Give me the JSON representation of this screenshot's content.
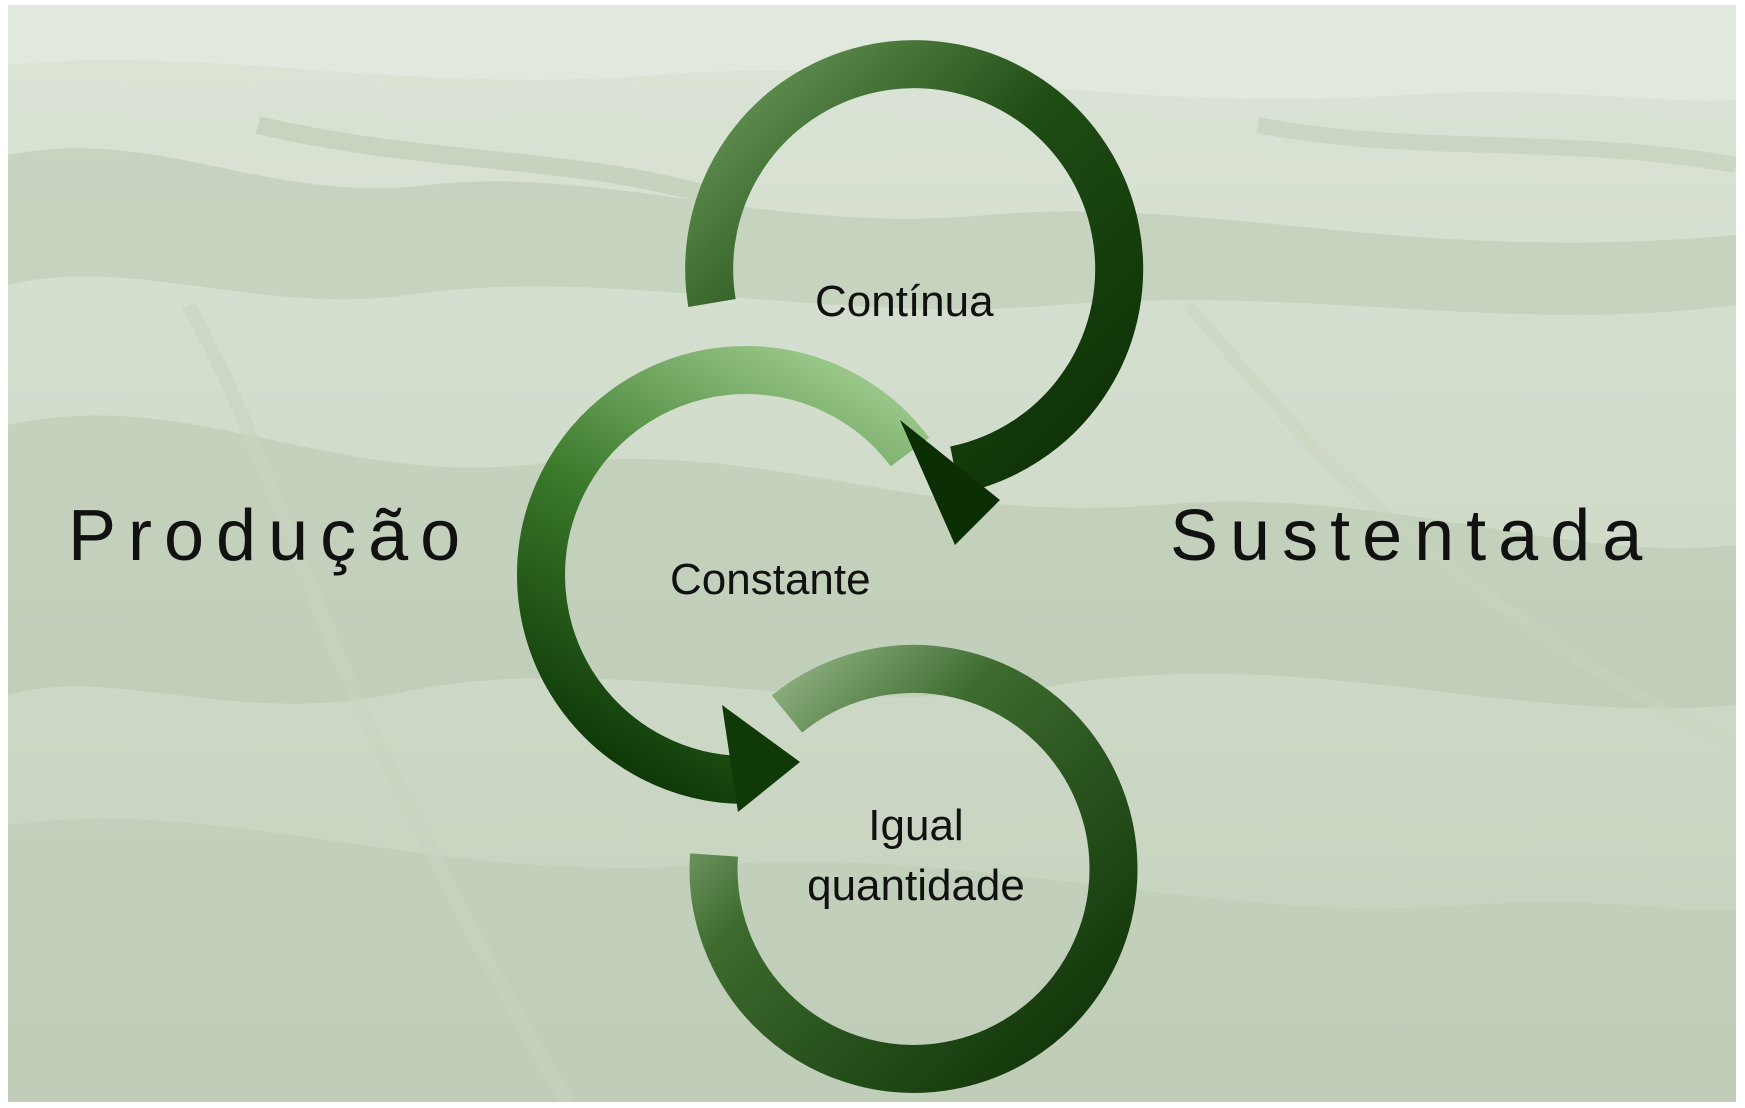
{
  "left_word": "Produção",
  "right_word": "Sustentada",
  "steps": [
    {
      "label": "Contínua"
    },
    {
      "label": "Constante"
    },
    {
      "label": "Igual quantidade",
      "line1": "Igual",
      "line2": "quantidade"
    }
  ],
  "colors": {
    "arrow_dark": "#0b2e05",
    "arrow_mid": "#2f6a22",
    "arrow_light": "#8fbd7c",
    "background_tint": "#d2dccc"
  }
}
